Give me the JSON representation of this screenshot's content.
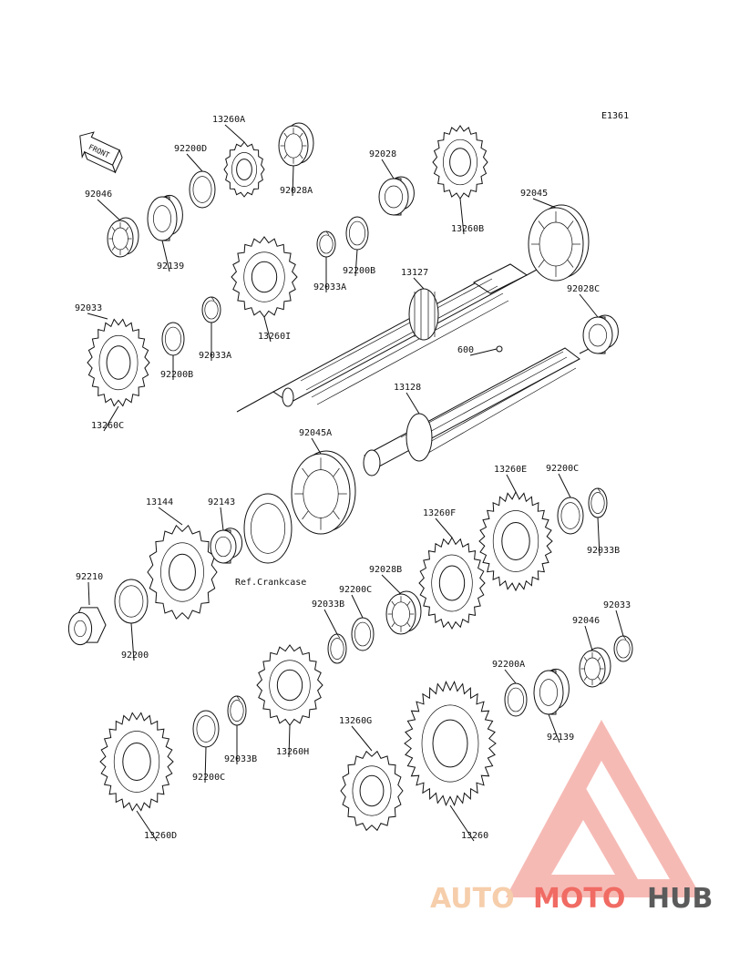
{
  "diagram": {
    "code": "E1361",
    "front_label": "FRONT",
    "ref_note": "Ref.Crankcase",
    "parts": [
      {
        "key": "p13260A",
        "label": "13260A"
      },
      {
        "key": "p92200D",
        "label": "92200D"
      },
      {
        "key": "p92028A",
        "label": "92028A"
      },
      {
        "key": "p92028",
        "label": "92028"
      },
      {
        "key": "p13260B",
        "label": "13260B"
      },
      {
        "key": "p92046a",
        "label": "92046"
      },
      {
        "key": "p92139a",
        "label": "92139"
      },
      {
        "key": "p92033Aa",
        "label": "92033A"
      },
      {
        "key": "p92200Ba",
        "label": "92200B"
      },
      {
        "key": "p92045",
        "label": "92045"
      },
      {
        "key": "p13127",
        "label": "13127"
      },
      {
        "key": "p92028C",
        "label": "92028C"
      },
      {
        "key": "p13260I",
        "label": "13260I"
      },
      {
        "key": "p92033Ab",
        "label": "92033A"
      },
      {
        "key": "p92200Bb",
        "label": "92200B"
      },
      {
        "key": "p92033a",
        "label": "92033"
      },
      {
        "key": "p13260C",
        "label": "13260C"
      },
      {
        "key": "p600",
        "label": "600"
      },
      {
        "key": "p13128",
        "label": "13128"
      },
      {
        "key": "p92045A",
        "label": "92045A"
      },
      {
        "key": "p13260E",
        "label": "13260E"
      },
      {
        "key": "p92200Ca",
        "label": "92200C"
      },
      {
        "key": "p92033Ba",
        "label": "92033B"
      },
      {
        "key": "p13144",
        "label": "13144"
      },
      {
        "key": "p92143",
        "label": "92143"
      },
      {
        "key": "p13260F",
        "label": "13260F"
      },
      {
        "key": "p92210",
        "label": "92210"
      },
      {
        "key": "p92028B",
        "label": "92028B"
      },
      {
        "key": "p92200Cb",
        "label": "92200C"
      },
      {
        "key": "p92033Bb",
        "label": "92033B"
      },
      {
        "key": "p92200",
        "label": "92200"
      },
      {
        "key": "p92033b",
        "label": "92033"
      },
      {
        "key": "p92046b",
        "label": "92046"
      },
      {
        "key": "p92200A",
        "label": "92200A"
      },
      {
        "key": "p92139b",
        "label": "92139"
      },
      {
        "key": "p13260H",
        "label": "13260H"
      },
      {
        "key": "p92033Bc",
        "label": "92033B"
      },
      {
        "key": "p92200Cc",
        "label": "92200C"
      },
      {
        "key": "p13260G",
        "label": "13260G"
      },
      {
        "key": "p13260D",
        "label": "13260D"
      },
      {
        "key": "p13260",
        "label": "13260"
      }
    ]
  },
  "watermark": {
    "brand_part1": "AUTO",
    "brand_part2": "MOTO",
    "brand_part3": "HUB",
    "color_light": "#f6c9a3",
    "color_red": "#ef5b53",
    "color_gray": "#4a4a4a"
  }
}
